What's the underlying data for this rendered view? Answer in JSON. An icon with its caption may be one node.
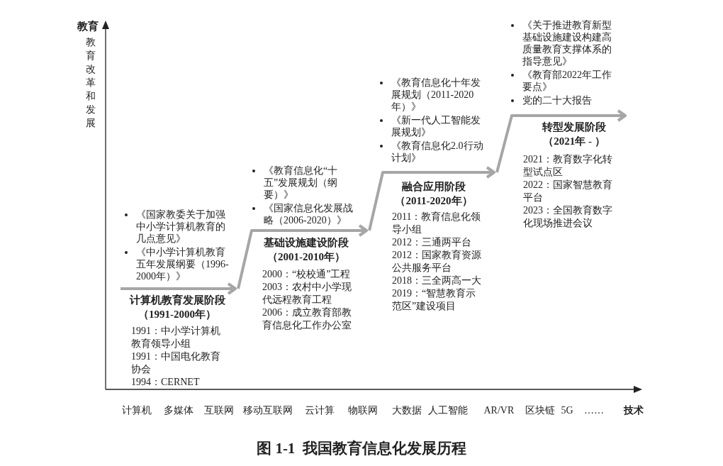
{
  "diagram": {
    "caption": "图 1-1  我国教育信息化发展历程",
    "labels": [
      "教育",
      "教育改革和发展",
      "《国家教委关于加强中小学计算机教育的几点意见》",
      "《中小学计算机教育五年发展纲要（1996-2000年）》",
      "计算机教育发展阶段",
      "（1991-2000年）",
      "1991：中小学计算机教育领导小组",
      "1991：中国电化教育协会",
      "1994：CERNET",
      "《教育信息化“十五”发展规划（纲要）》",
      "《国家信息化发展战略（2006-2020）》",
      "基础设施建设阶段",
      "（2001-2010年）",
      "2000：“校校通”工程",
      "2003：农村中小学现代远程教育工程",
      "2006：成立教育部教育信息化工作办公室",
      "《教育信息化十年发展规划（2011-2020年）》",
      "《新一代人工智能发展规划》",
      "《教育信息化2.0行动计划》",
      "融合应用阶段",
      "（2011-2020年）",
      "2011：教育信息化领导小组",
      "2012：三通两平台",
      "2012：国家教育资源公共服务平台",
      "2018：三全两高一大",
      "2019：“智慧教育示范区”建设项目",
      "《关于推进教育新型基础设施建设构建高质量教育支撑体系的指导意见》",
      "《教育部2022年工作要点》",
      "党的二十大报告",
      "转型发展阶段",
      "（2021年 - ）",
      "2021：教育数字化转型试点区",
      "2022：国家智慧教育平台",
      "2023：全国教育数字化现场推进会议",
      "计算机",
      "多媒体",
      "互联网",
      "移动互联网",
      "云计算",
      "物联网",
      "大数据",
      "人工智能",
      "AR/VR",
      "区块链",
      "5G",
      "……",
      "技术"
    ]
  }
}
